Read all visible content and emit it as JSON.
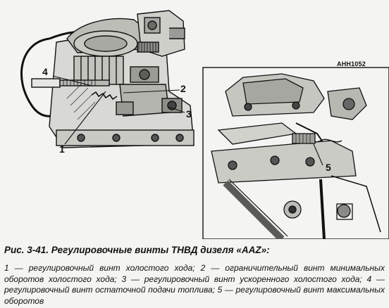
{
  "figure": {
    "code": "АНН1052",
    "callouts": {
      "c1": "1",
      "c2": "2",
      "c3": "3",
      "c4": "4",
      "c5": "5"
    }
  },
  "caption": {
    "title": "Рис. 3-41. Регулировочные винты ТНВД дизеля «AAZ»:",
    "body": "1 — регулировочный винт холостого хода; 2 — ограничительный винт минимальных оборотов холостого хода; 3 — регулировочный винт ускоренного холостого хода; 4 — регулировочный винт остаточной подачи топлива; 5 — регулировочный винт максимальных оборотов"
  }
}
